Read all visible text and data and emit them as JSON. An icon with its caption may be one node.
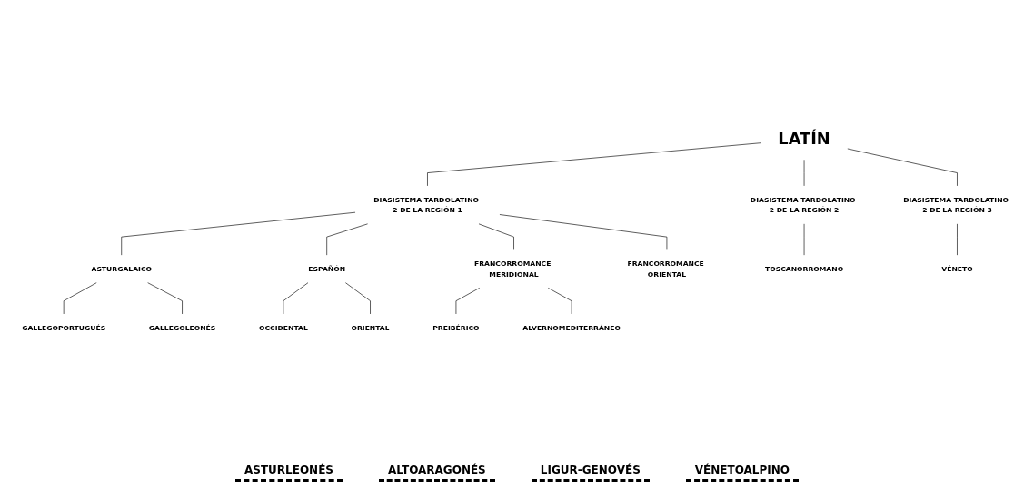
{
  "diagram": {
    "nodes": [
      {
        "text": [
          "LATÍN"
        ]
      },
      {
        "text": [
          "DIASISTEMA TARDOLATINO 2 DE LA REGIÓN 1"
        ]
      },
      {
        "text": [
          "DIASISTEMA TARDOLATINO 2 DE LA REGIÓN 2"
        ]
      },
      {
        "text": [
          "DIASISTEMA TARDOLATINO 2 DE LA REGIÓN 3"
        ]
      },
      {
        "text": [
          "ASTURGALAICO"
        ]
      },
      {
        "text": [
          "ESPAÑÓN"
        ]
      },
      {
        "text": [
          "FRANCORROMANCE MERIDIONAL"
        ]
      },
      {
        "text": [
          "TOSCANORROMANO"
        ]
      },
      {
        "text": [
          "FRANCORROMANCE ORIENTAL"
        ]
      },
      {
        "text": [
          "VÉNETO"
        ]
      },
      {
        "text": [
          "GALLEGOPORTUGUÉS"
        ]
      },
      {
        "text": [
          "GALLEGOLEONÉS"
        ]
      },
      {
        "text": [
          "OCCIDENTAL"
        ]
      },
      {
        "text": [
          "ORIENTAL"
        ]
      },
      {
        "text": [
          "PREIBÉRICO"
        ]
      },
      {
        "text": [
          "ALVERNOMEDITERRÁNEO"
        ]
      }
    ],
    "edges": [
      {
        "from": 0,
        "to": 1,
        "arrow": "none"
      },
      {
        "from": 0,
        "to": 2,
        "arrow": "none"
      },
      {
        "from": 0,
        "to": 3,
        "arrow": "none"
      },
      {
        "from": 1,
        "to": 4,
        "arrow": "none"
      },
      {
        "from": 1,
        "to": 5,
        "arrow": "none"
      },
      {
        "from": 1,
        "to": 6,
        "arrow": "none"
      },
      {
        "from": 1,
        "to": 8,
        "arrow": "none"
      },
      {
        "from": 2,
        "to": 7,
        "arrow": "none"
      },
      {
        "from": 3,
        "to": 9,
        "arrow": "none"
      },
      {
        "from": 4,
        "to": 10,
        "arrow": "none"
      },
      {
        "from": 4,
        "to": 11,
        "arrow": "none"
      },
      {
        "from": 5,
        "to": 12,
        "arrow": "none"
      },
      {
        "from": 5,
        "to": 13,
        "arrow": "none"
      },
      {
        "from": 6,
        "to": 14,
        "arrow": "none"
      },
      {
        "from": 6,
        "to": 15,
        "arrow": "none"
      }
    ],
    "labels": [
      "ASTURLEONÉS",
      "ALTOARAGONÉS",
      "LIGUR-GENOVÉS",
      "VÉNETOALPINO"
    ]
  }
}
